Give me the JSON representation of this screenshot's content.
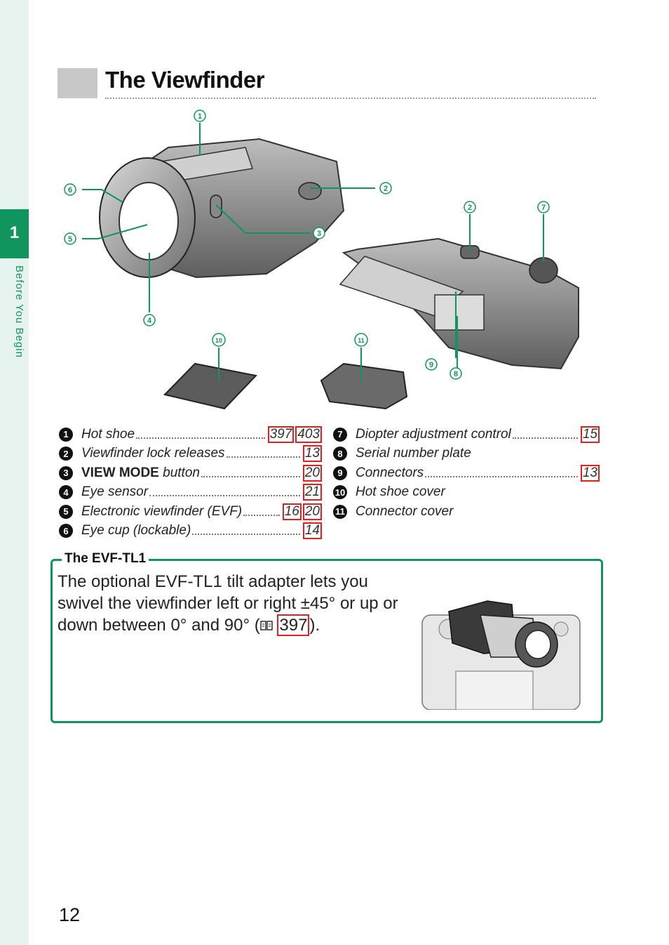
{
  "sidebar": {
    "chapter_number": "1",
    "chapter_name": "Before You Begin"
  },
  "header": {
    "title": "The Viewfinder"
  },
  "callouts": [
    "1",
    "2",
    "3",
    "4",
    "5",
    "6",
    "7",
    "8",
    "9",
    "10",
    "11"
  ],
  "parts_left": [
    {
      "num": "1",
      "name": "Hot shoe",
      "refs": [
        "397",
        "403"
      ]
    },
    {
      "num": "2",
      "name": "Viewfinder lock releases",
      "refs": [
        "13"
      ]
    },
    {
      "num": "3",
      "name_bold": "VIEW MODE",
      "name": " button",
      "refs": [
        "20"
      ]
    },
    {
      "num": "4",
      "name": "Eye sensor",
      "refs": [
        "21"
      ]
    },
    {
      "num": "5",
      "name": "Electronic viewfinder (EVF)",
      "refs": [
        "16",
        "20"
      ]
    },
    {
      "num": "6",
      "name": "Eye cup (lockable)",
      "refs": [
        "14"
      ]
    }
  ],
  "parts_right": [
    {
      "num": "7",
      "name": "Diopter adjustment control",
      "refs": [
        "15"
      ]
    },
    {
      "num": "8",
      "name": "Serial number plate",
      "refs": []
    },
    {
      "num": "9",
      "name": "Connectors",
      "refs": [
        "13"
      ]
    },
    {
      "num": "10",
      "name": "Hot shoe cover",
      "refs": []
    },
    {
      "num": "11",
      "name": "Connector cover",
      "refs": []
    }
  ],
  "tip": {
    "title": "The EVF-TL1",
    "text_before": "The optional EVF-TL1 tilt adapter lets you swivel the viewfinder left or right ±45° or up or down between 0° and 90° (",
    "ref": "397",
    "text_after": ")."
  },
  "footer": {
    "page_number": "12"
  },
  "colors": {
    "accent": "#10955e",
    "link_box": "#e02020",
    "sidebar_bg": "#e6f3ee"
  }
}
